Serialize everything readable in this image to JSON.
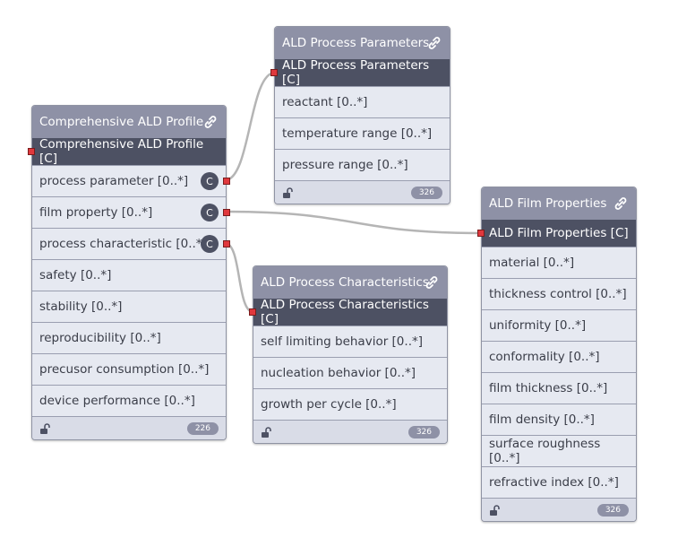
{
  "nodes": {
    "profile": {
      "title": "Comprehensive ALD Profile",
      "class_label": "Comprehensive ALD Profile [C]",
      "rows": [
        "process parameter [0..*]",
        "film property [0..*]",
        "process characteristic [0..*]",
        "safety [0..*]",
        "stability [0..*]",
        "reproducibility [0..*]",
        "precusor consumption [0..*]",
        "device performance [0..*]"
      ],
      "badge": "226",
      "c_marker": "C"
    },
    "params": {
      "title": "ALD Process Parameters",
      "class_label": "ALD Process Parameters [C]",
      "rows": [
        "reactant [0..*]",
        "temperature range [0..*]",
        "pressure range [0..*]"
      ],
      "badge": "326"
    },
    "chars": {
      "title": "ALD Process Characteristics",
      "class_label": "ALD Process Characteristics [C]",
      "rows": [
        "self limiting behavior [0..*]",
        "nucleation behavior [0..*]",
        "growth per cycle [0..*]"
      ],
      "badge": "326"
    },
    "film": {
      "title": "ALD Film Properties",
      "class_label": "ALD Film Properties [C]",
      "rows": [
        "material [0..*]",
        "thickness control [0..*]",
        "uniformity [0..*]",
        "conformality [0..*]",
        "film thickness [0..*]",
        "film density [0..*]",
        "surface roughness [0..*]",
        "refractive index [0..*]"
      ],
      "badge": "326"
    }
  },
  "icons": {
    "header": "link-icon",
    "footer": "unlock-icon"
  },
  "colors": {
    "header": "#8e91a6",
    "class_bar": "#4d5163",
    "body": "#e6e9f1",
    "port": "#e0383d",
    "edge": "#b5b5b5"
  }
}
